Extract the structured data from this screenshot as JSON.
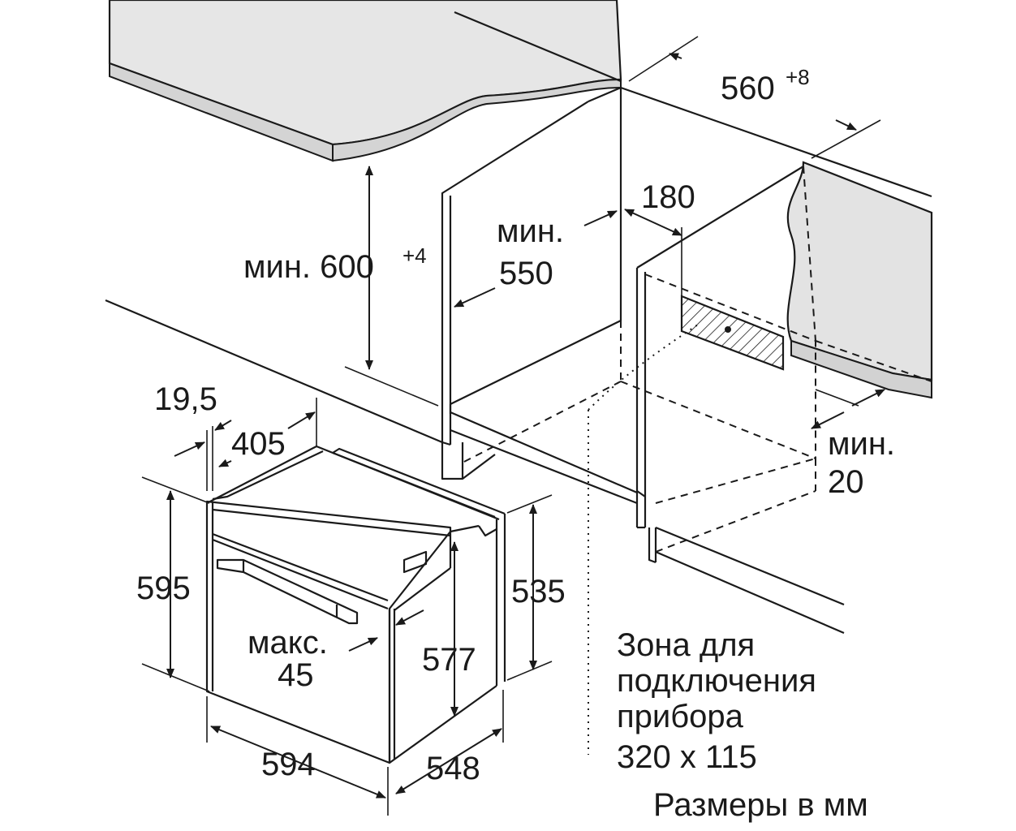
{
  "dimensions": {
    "width_niche": "560",
    "width_niche_tol": "+8",
    "min_height": "мин. 600",
    "min_height_tol": "+4",
    "min_depth_line1": "мин.",
    "min_depth_line2": "550",
    "vent_gap": "180",
    "min_gap_line1": "мин.",
    "min_gap_line2": "20",
    "panel_thickness": "19,5",
    "front_depth": "405",
    "oven_height": "595",
    "body_height": "535",
    "inner_height": "577",
    "max_line1": "макс.",
    "max_line2": "45",
    "oven_width": "594",
    "oven_depth": "548"
  },
  "notes": {
    "zone_line1": "Зона для",
    "zone_line2": "подключения",
    "zone_line3": "прибора",
    "zone_line4": "320 x 115",
    "units": "Размеры в мм"
  },
  "colors": {
    "countertop": "#e6e6e6",
    "wall_panel": "#e3e3e3",
    "ink": "#1a1a1a"
  },
  "icons": [
    "arrow-head-icon",
    "connection-zone-hatch-icon"
  ]
}
